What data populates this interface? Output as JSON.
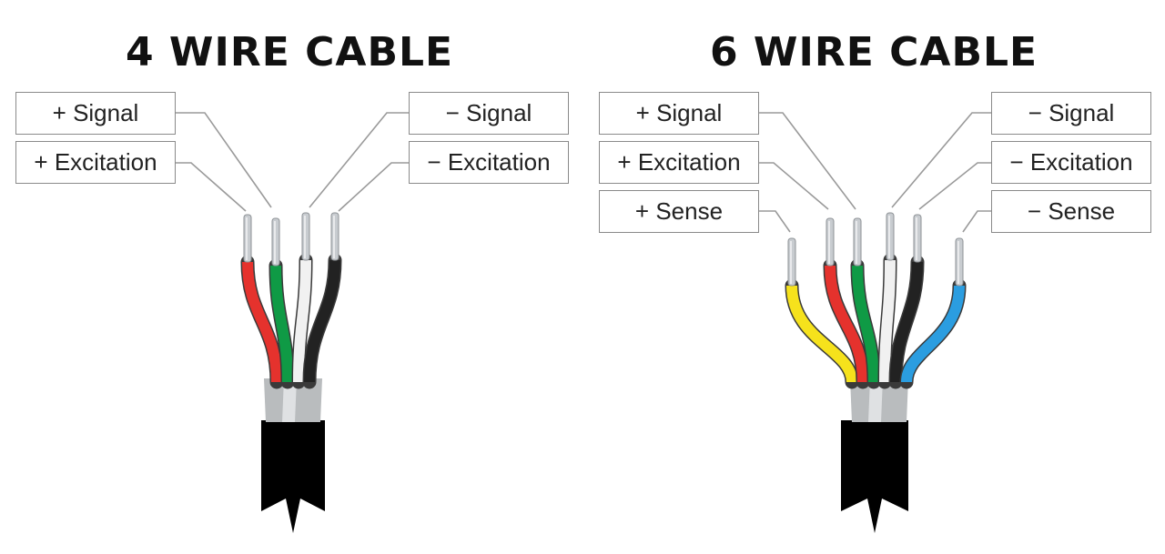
{
  "diagrams": [
    {
      "title": "4 WIRE CABLE",
      "labels": {
        "left": [
          "+ Signal",
          "+ Excitation"
        ],
        "right": [
          "− Signal",
          "− Excitation"
        ]
      },
      "wires": [
        {
          "name": "+ Excitation",
          "color": "#e5322d"
        },
        {
          "name": "+ Signal",
          "color": "#0f9a45"
        },
        {
          "name": "− Signal",
          "color": "#f1f1f1"
        },
        {
          "name": "− Excitation",
          "color": "#222222"
        }
      ]
    },
    {
      "title": "6 WIRE CABLE",
      "labels": {
        "left": [
          "+ Signal",
          "+ Excitation",
          "+ Sense"
        ],
        "right": [
          "− Signal",
          "− Excitation",
          "− Sense"
        ]
      },
      "wires": [
        {
          "name": "+ Sense",
          "color": "#f6e21c"
        },
        {
          "name": "+ Excitation",
          "color": "#e5322d"
        },
        {
          "name": "+ Signal",
          "color": "#0f9a45"
        },
        {
          "name": "− Signal",
          "color": "#f1f1f1"
        },
        {
          "name": "− Excitation",
          "color": "#222222"
        },
        {
          "name": "− Sense",
          "color": "#2b9de0"
        }
      ]
    }
  ],
  "colors": {
    "jacket": "#000000",
    "shield": "#b9bcbe",
    "label_border": "#8a8a8a",
    "leader": "#9a9a9a",
    "conductor": "#c8ccd0"
  }
}
